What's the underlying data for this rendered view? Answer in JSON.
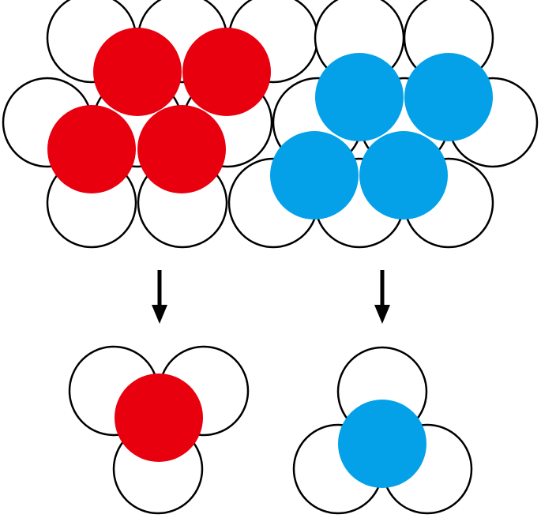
{
  "colors": {
    "background": "#ffffff",
    "outline": "#000000",
    "red_sphere": "#e8000f",
    "blue_sphere": "#04a1e8",
    "white_sphere": "#ffffff"
  },
  "layers": {
    "top_left": "red_sphere",
    "top_right": "blue_sphere",
    "bottom_left": "red_sphere",
    "bottom_right": "blue_sphere"
  }
}
